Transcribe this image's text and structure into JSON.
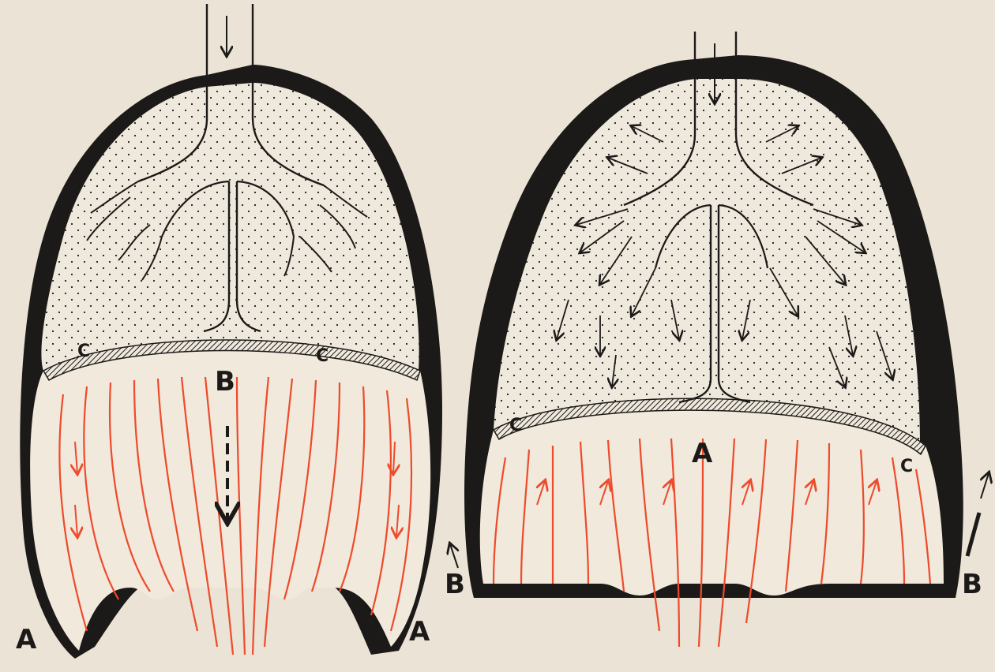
{
  "colors": {
    "paper": "#ebe3d5",
    "ink": "#1c1a18",
    "red": "#ee4a2c",
    "lung_fill": "#efe8dc"
  },
  "left_figure": {
    "label_A_left": "A",
    "label_A_right": "A",
    "label_B": "B",
    "label_C_left": "C",
    "label_C_right": "C"
  },
  "right_figure": {
    "label_A": "A",
    "label_B_left": "B",
    "label_B_right": "B",
    "label_C_left": "C",
    "label_C_right": "C"
  }
}
